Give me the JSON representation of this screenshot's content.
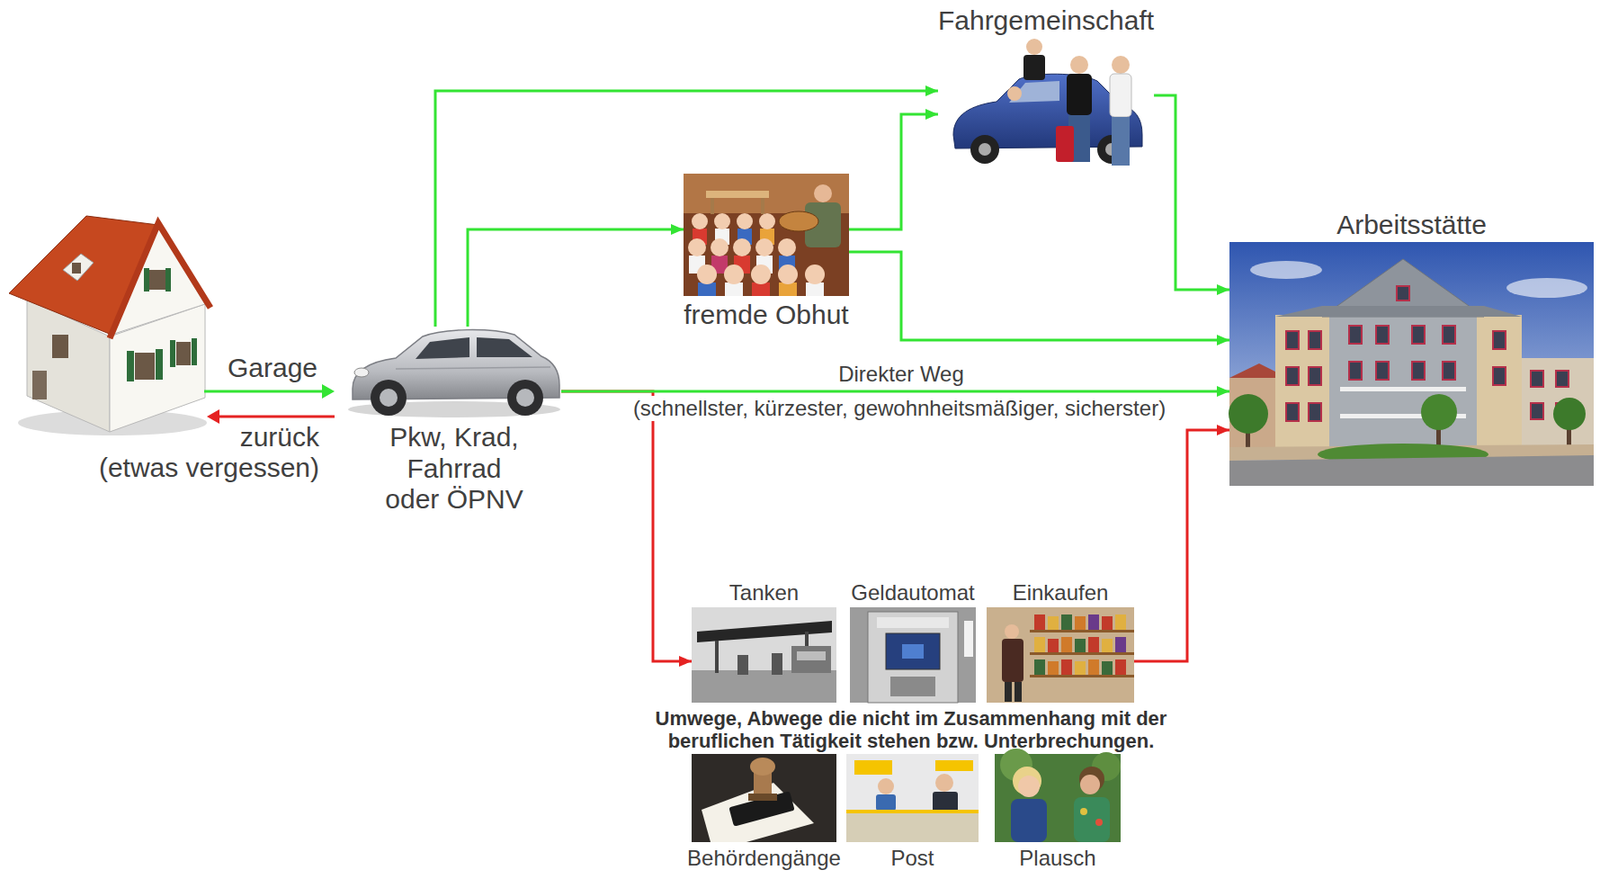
{
  "diagram": {
    "nodes": [
      {
        "text": [
          "Fahrgemeinschaft"
        ]
      },
      {
        "text": [
          "fremde Obhut"
        ]
      },
      {
        "text": [
          "Arbeitsstätte"
        ]
      },
      {
        "text": [
          "Pkw, Krad, Fahrrad oder ÖPNV"
        ]
      },
      {
        "text": [
          "Tanken"
        ]
      },
      {
        "text": [
          "Geldautomat"
        ]
      },
      {
        "text": [
          "Einkaufen"
        ]
      },
      {
        "text": [
          "Behördengänge"
        ]
      },
      {
        "text": [
          "Post"
        ]
      },
      {
        "text": [
          "Plausch"
        ]
      }
    ],
    "edges": [
      {
        "from": 3,
        "to": 0,
        "arrow": "to"
      },
      {
        "from": 3,
        "to": 1,
        "arrow": "to"
      },
      {
        "from": 1,
        "to": 0,
        "arrow": "to"
      },
      {
        "from": 1,
        "to": 2,
        "arrow": "to"
      },
      {
        "from": 0,
        "to": 2,
        "arrow": "to"
      },
      {
        "from": 3,
        "to": 2,
        "label": "Direkter Weg",
        "arrow": "to"
      },
      {
        "from": 3,
        "to": 4,
        "arrow": "to"
      },
      {
        "from": 6,
        "to": 2,
        "arrow": "to"
      }
    ],
    "labels": [
      "Garage",
      "zurück",
      "(etwas vergessen)",
      "(schnellster, kürzester, gewohnheitsmäßiger, sicherster)",
      "Umwege, Abwege die nicht im Zusammenhang mit der beruflichen Tätigkeit stehen bzw. Unterbrechungen."
    ]
  }
}
